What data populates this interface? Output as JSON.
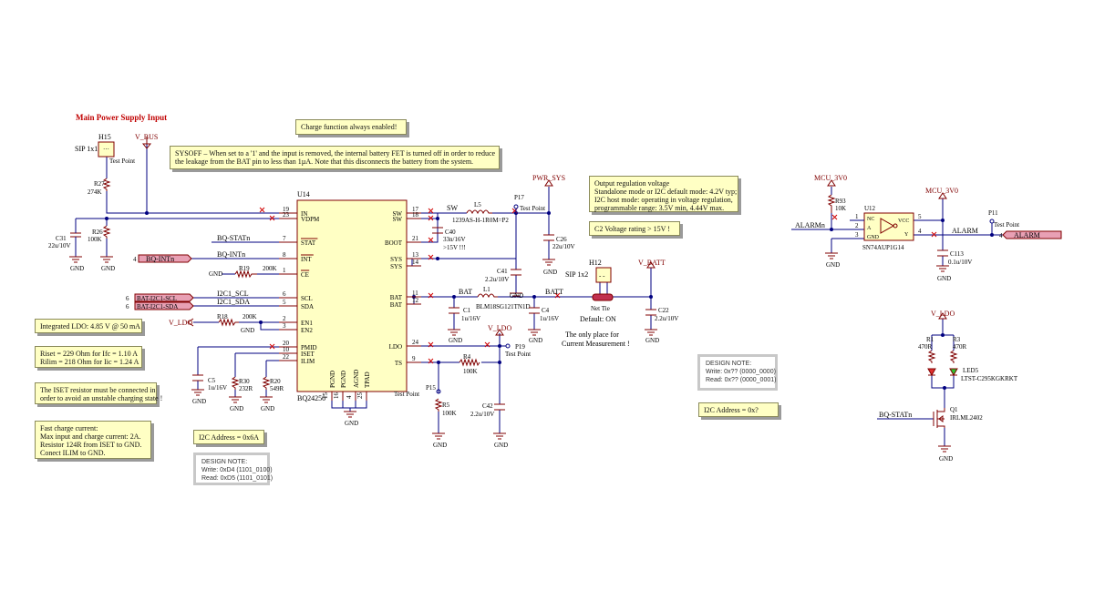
{
  "title": "Main Power Supply Input",
  "notes": {
    "charge": "Charge function always enabled!",
    "sysoff": [
      "SYSOFF – When set to a '1' and the input is removed, the internal battery FET is turned off in order to reduce",
      "the leakage from the BAT pin to less than 1µA. Note that this disconnects the battery from the system."
    ],
    "output": [
      "Output regulation voltage",
      "Standalone mode or I2C default mode: 4.2V typ;",
      "I2C host mode: operating in voltage regulation,",
      "programmable range: 3.5V min, 4.44V max."
    ],
    "c2": "C2 Voltage rating > 15V !",
    "ldo": "Integrated LDO: 4.85 V @ 50 mA",
    "riset": [
      "Riset = 229 Ohm for Ifc = 1.10 A",
      "Rilim = 218 Ohm for Iic = 1.24 A"
    ],
    "iset": [
      "The ISET resistor must be connected in",
      "order to avoid an unstable charging state !"
    ],
    "fast": [
      "Fast charge current:",
      "Max input and charge current: 2A.",
      "Resistor 124R from ISET to GND.",
      "Conect ILIM to GND."
    ],
    "i2c1": "I2C Address = 0x6A",
    "i2c2": "I2C Address = 0x?",
    "design1": [
      "DESIGN NOTE:",
      "Write: 0xD4 (1101_0100)",
      "Read: 0xD5 (1101_0101)"
    ],
    "design2": [
      "DESIGN NOTE:",
      "Write: 0x?? (0000_0000)",
      "Read: 0x?? (0000_0001)"
    ]
  },
  "annotations": {
    "meas1": "The only place for",
    "meas2": "Current Measurement !",
    "default": "Default: ON",
    "over15": ">15V !!!"
  },
  "u14": {
    "ref": "U14",
    "part": "BQ24250",
    "left_pins": [
      [
        "IN",
        "19"
      ],
      [
        "VDPM",
        "23"
      ],
      [
        "STAT",
        "7"
      ],
      [
        "INT",
        "8"
      ],
      [
        "CE",
        "1"
      ],
      [
        "SCL",
        "6"
      ],
      [
        "SDA",
        "5"
      ],
      [
        "EN1",
        "2"
      ],
      [
        "EN2",
        "3"
      ],
      [
        "PMID",
        "20"
      ],
      [
        "ISET",
        "10"
      ],
      [
        "ILIM",
        "22"
      ]
    ],
    "right_pins": [
      [
        "SW",
        "17"
      ],
      [
        "SW",
        "18"
      ],
      [
        "BOOT",
        "21"
      ],
      [
        "SYS",
        "13"
      ],
      [
        "SYS",
        "14"
      ],
      [
        "BAT",
        "11"
      ],
      [
        "BAT",
        "12"
      ],
      [
        "LDO",
        "24"
      ],
      [
        "TS",
        "9"
      ]
    ],
    "bottom_pins": [
      [
        "PGND",
        "15"
      ],
      [
        "PGND",
        "16"
      ],
      [
        "AGND",
        "4"
      ],
      [
        "TPAD",
        "25"
      ]
    ]
  },
  "u12": {
    "ref": "U12",
    "part": "SN74AUP1G14",
    "pins": [
      [
        "NC",
        "1"
      ],
      [
        "A",
        "2"
      ],
      [
        "GND",
        "3"
      ],
      [
        "VCC",
        "5"
      ],
      [
        "Y",
        "4"
      ]
    ]
  },
  "parts": {
    "h15": "H15",
    "sip1": "SIP 1x1",
    "h12": "H12",
    "sip2": "SIP 1x2",
    "r27": "R27",
    "r27v": "274K",
    "r26": "R26",
    "r26v": "100K",
    "c31": "C31",
    "c31v": "22u/10V",
    "r19": "R19",
    "r19v": "200K",
    "r18": "R18",
    "r18v": "200K",
    "c5": "C5",
    "c5v": "1u/16V",
    "r30": "R30",
    "r30v": "232R",
    "r20": "R20",
    "r20v": "549R",
    "l5": "L5",
    "l5v": "1239AS-H-1R0M=P2",
    "c40": "C40",
    "c40v": "33n/16V",
    "c26": "C26",
    "c26v": "22u/10V",
    "c41": "C41",
    "c41v": "2.2u/10V",
    "l1": "L1",
    "l1v": "BLM18SG121TN1D",
    "c1": "C1",
    "c1v": "1u/16V",
    "c4": "C4",
    "c4v": "1u/16V",
    "c22": "C22",
    "c22v": "2.2u/10V",
    "r4": "R4",
    "r4v": "100K",
    "r5": "R5",
    "r5v": "100K",
    "c42": "C42",
    "c42v": "2.2u/10V",
    "nettie": "Net Tie",
    "r93": "R93",
    "r93v": "10K",
    "c113": "C113",
    "c113v": "0.1u/10V",
    "r1": "R1",
    "r1v": "470R",
    "r3": "R3",
    "r3v": "470R",
    "led5": "LED5",
    "led5v": "LTST-C295KGKRKT",
    "q1": "Q1",
    "q1v": "IRLML2402",
    "p17": "P17",
    "p19": "P19",
    "p15": "P15",
    "p11": "P11",
    "tp": "Test Point"
  },
  "nets": {
    "vbus": "V_BUS",
    "pwrsys": "PWR_SYS",
    "vbatt": "V_BATT",
    "vldo": "V_LDO",
    "mcu": "MCU_3V0",
    "gnd": "GND",
    "alarm": "ALARM",
    "alarmn": "ALARMn",
    "sw": "SW",
    "bat": "BAT",
    "batt": "BATT",
    "bqstat": "BQ-STATn",
    "bqint": "BQ-INTn",
    "scl": "BAT-I2C1-SCL",
    "sda": "BAT-I2C1-SDA",
    "i2cscl": "I2C1_SCL",
    "i2csda": "I2C1_SDA",
    "port4": "4",
    "port6": "6"
  },
  "colors": {
    "wire": "#000080",
    "part": "#800000",
    "note": "#ffffc4",
    "port": "#e8a0b4",
    "title": "#c00000"
  }
}
